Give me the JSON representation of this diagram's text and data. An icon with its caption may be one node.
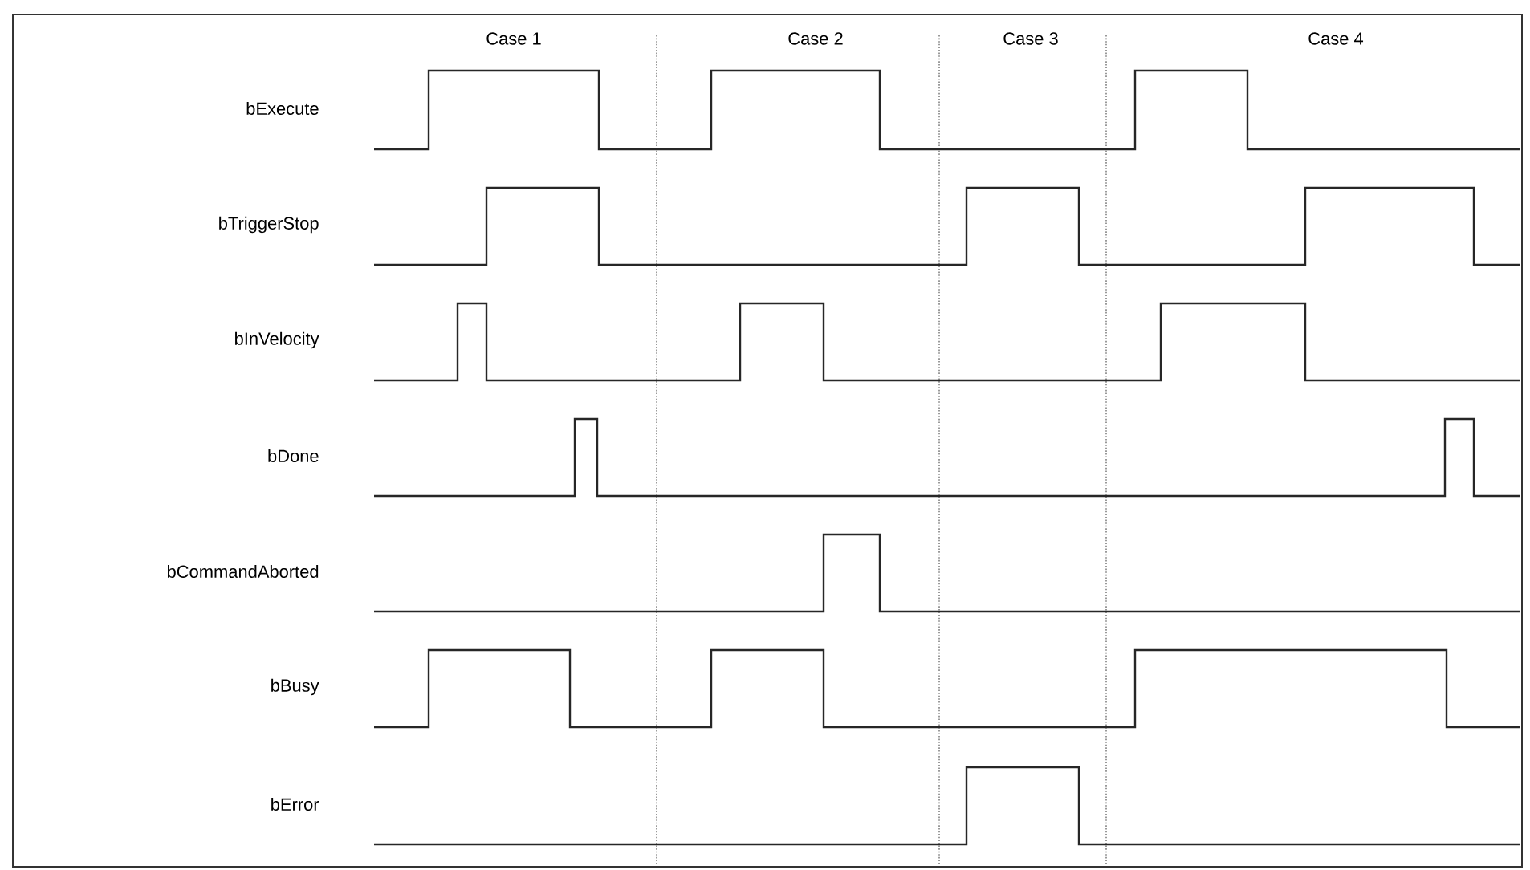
{
  "diagram": {
    "labels": [
      "Case 1",
      "Case 2",
      "Case 3",
      "Case 4",
      "bExecute",
      "bTriggerStop",
      "bInVelocity",
      "bDone",
      "bCommandAborted",
      "bBusy",
      "bError"
    ]
  }
}
